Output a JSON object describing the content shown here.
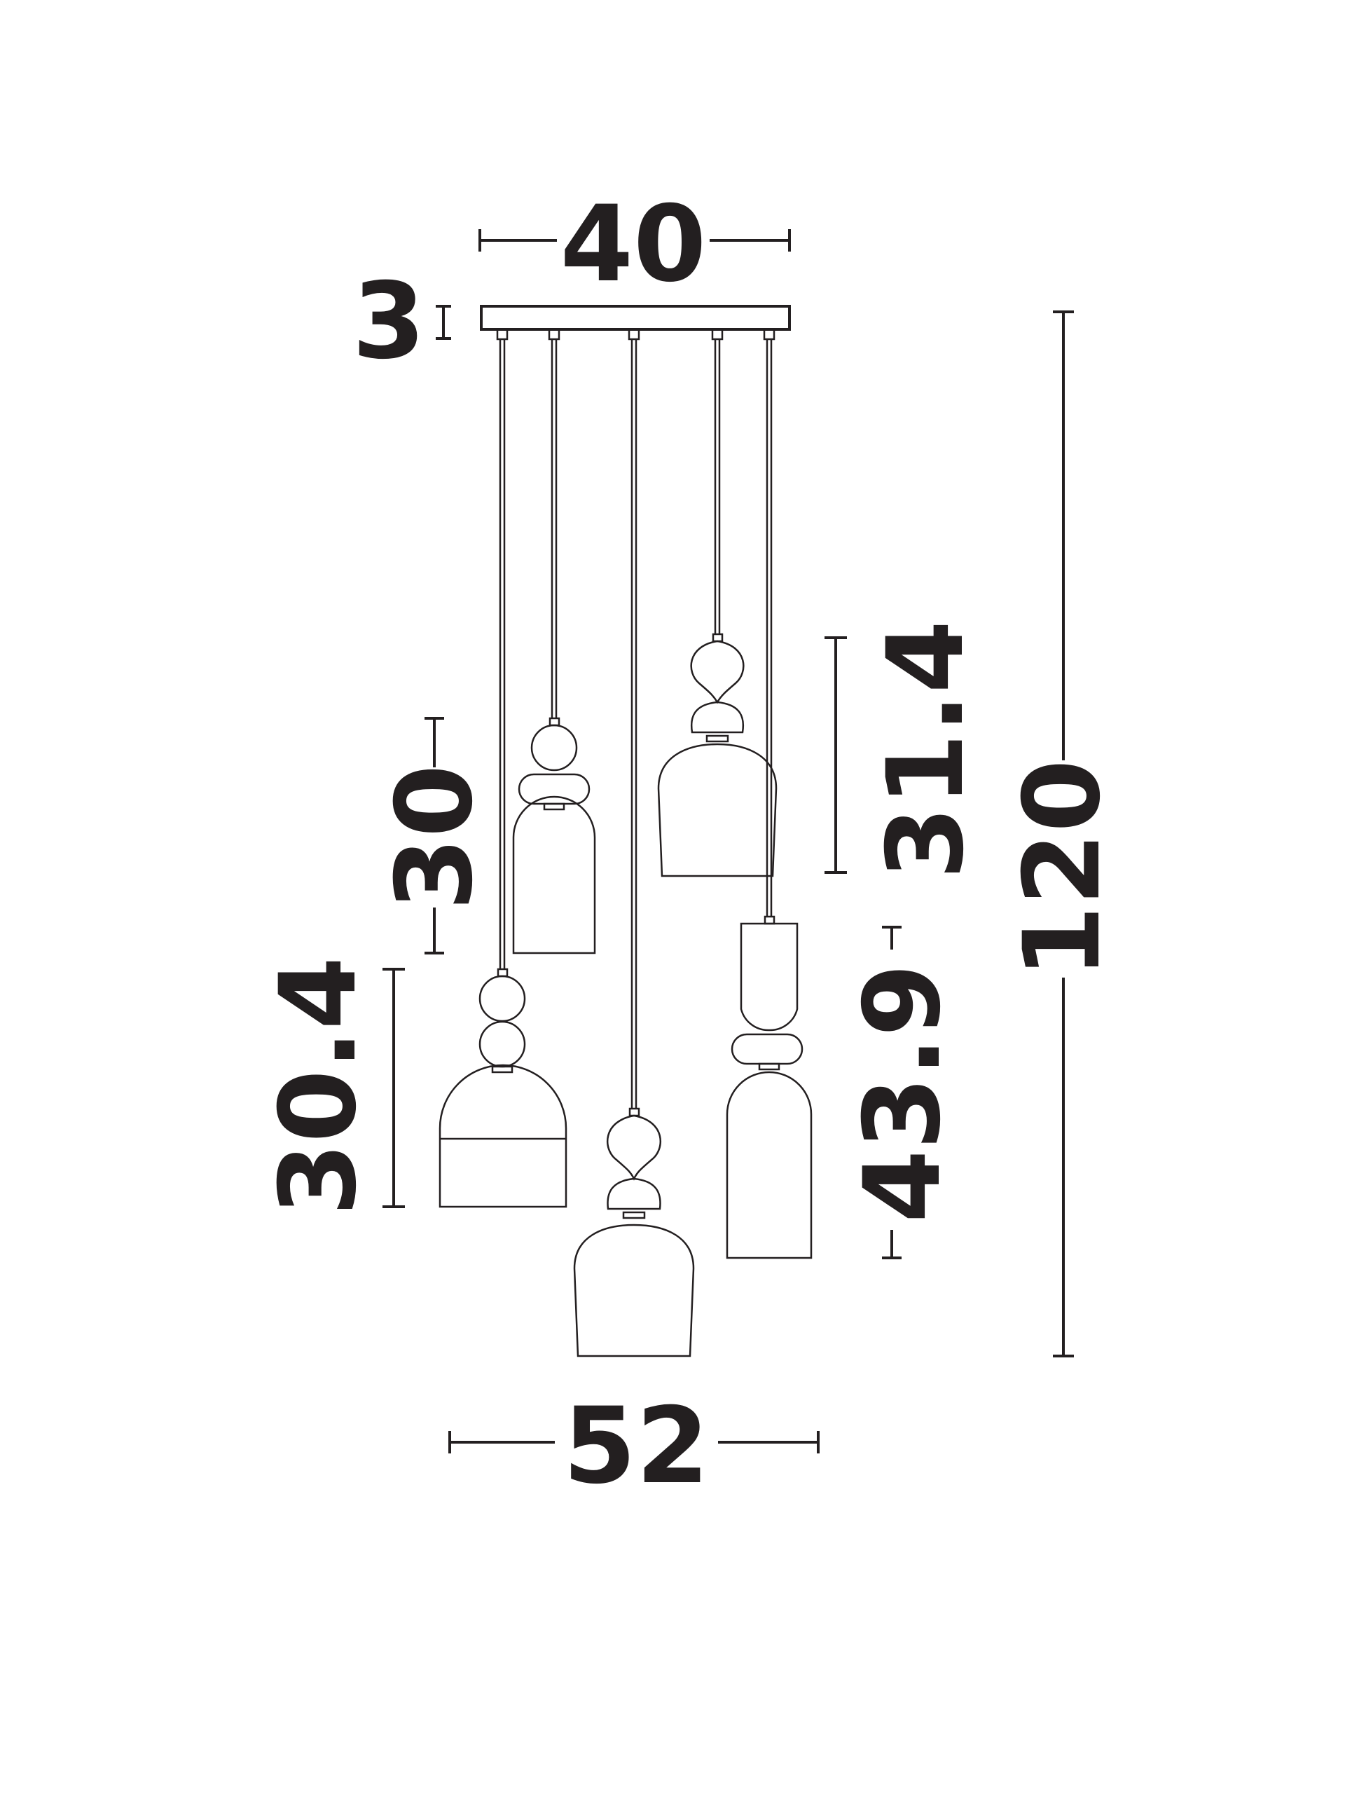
{
  "diagram": {
    "dimensions": {
      "top_width": "40",
      "canopy_height": "3",
      "total_height": "120",
      "bottom_width": "52",
      "shade_left_upper": "30",
      "shade_left_lower": "30.4",
      "shade_right_upper": "31.4",
      "shade_right_lower": "43.9"
    }
  }
}
